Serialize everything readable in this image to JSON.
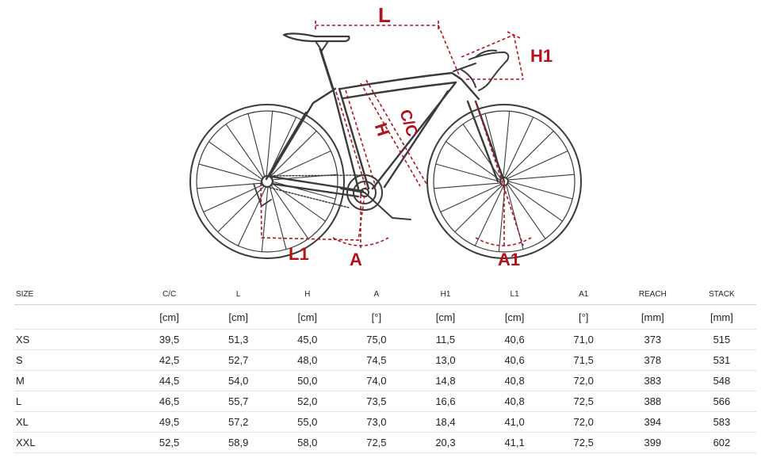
{
  "diagram": {
    "labels": {
      "L": "L",
      "H1": "H1",
      "H": "H",
      "CC": "C/C",
      "L1": "L1",
      "A": "A",
      "A1": "A1"
    },
    "colors": {
      "frame": "#3a3a3a",
      "measure": "#b4121b"
    }
  },
  "table": {
    "headers": [
      "SIZE",
      "C/C",
      "L",
      "H",
      "A",
      "H1",
      "L1",
      "A1",
      "REACH",
      "STACK"
    ],
    "units": [
      "",
      "[cm]",
      "[cm]",
      "[cm]",
      "[°]",
      "[cm]",
      "[cm]",
      "[°]",
      "[mm]",
      "[mm]"
    ],
    "rows": [
      [
        "XS",
        "39,5",
        "51,3",
        "45,0",
        "75,0",
        "11,5",
        "40,6",
        "71,0",
        "373",
        "515"
      ],
      [
        "S",
        "42,5",
        "52,7",
        "48,0",
        "74,5",
        "13,0",
        "40,6",
        "71,5",
        "378",
        "531"
      ],
      [
        "M",
        "44,5",
        "54,0",
        "50,0",
        "74,0",
        "14,8",
        "40,8",
        "72,0",
        "383",
        "548"
      ],
      [
        "L",
        "46,5",
        "55,7",
        "52,0",
        "73,5",
        "16,6",
        "40,8",
        "72,5",
        "388",
        "566"
      ],
      [
        "XL",
        "49,5",
        "57,2",
        "55,0",
        "73,0",
        "18,4",
        "41,0",
        "72,0",
        "394",
        "583"
      ],
      [
        "XXL",
        "52,5",
        "58,9",
        "58,0",
        "72,5",
        "20,3",
        "41,1",
        "72,5",
        "399",
        "602"
      ]
    ]
  }
}
